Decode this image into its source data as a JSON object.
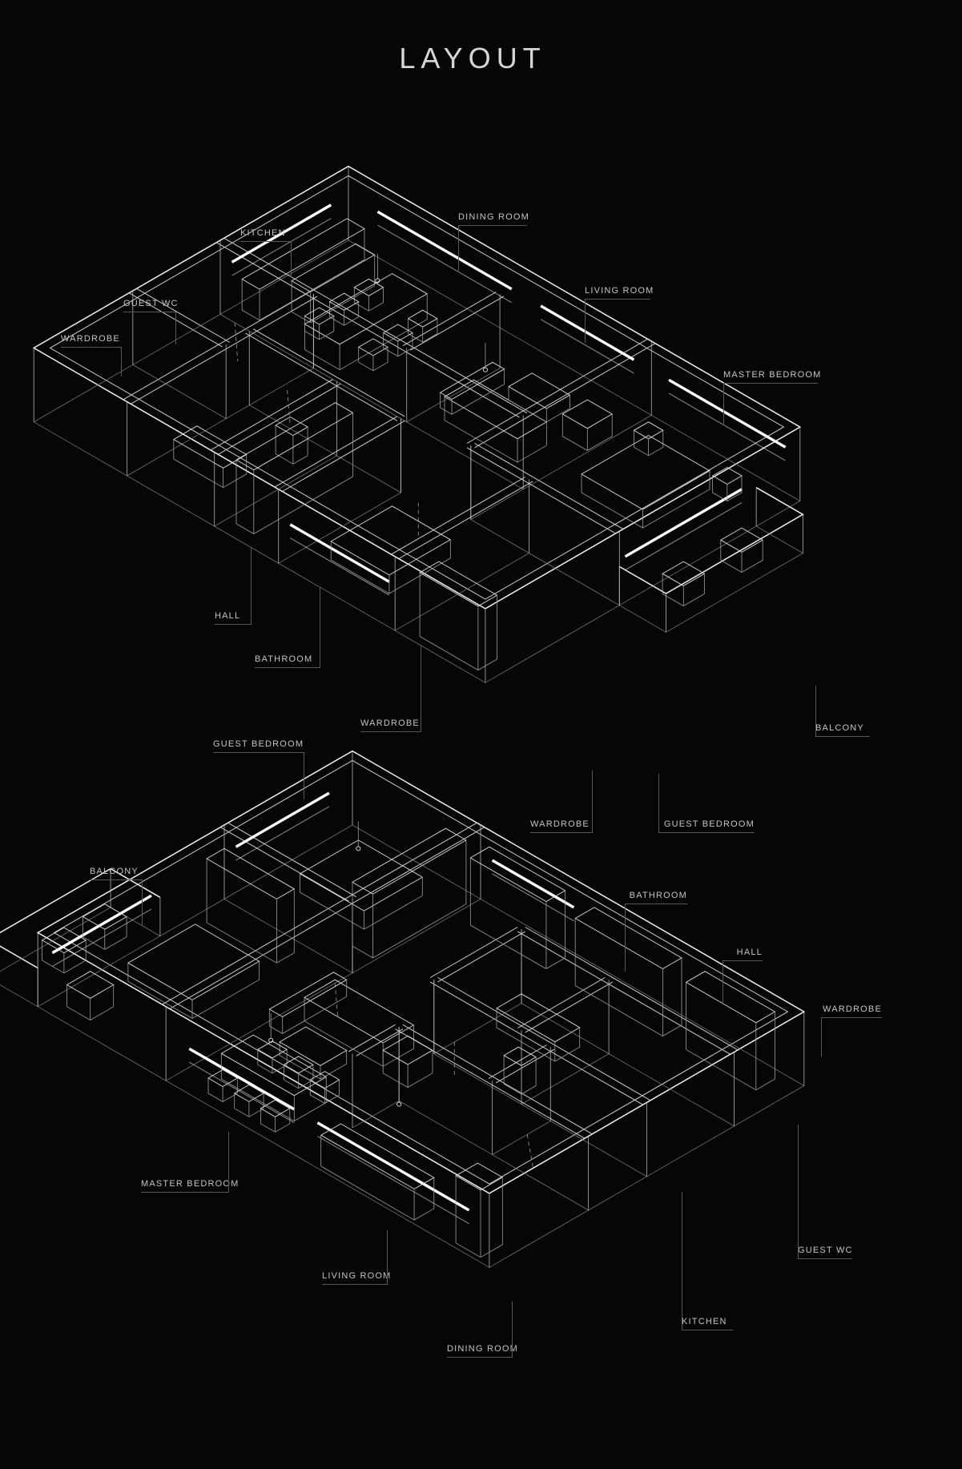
{
  "title": "LAYOUT",
  "colors": {
    "background": "#060606",
    "wireframe_line": "#f0f0f0",
    "window_highlight": "#ffffff",
    "label_text": "#c4c4c4",
    "leader_line": "#585858",
    "title_text": "#d6d6d6"
  },
  "plans": {
    "upper": {
      "labels": {
        "kitchen": "KITCHEN",
        "dining_room": "DINING ROOM",
        "guest_wc": "GUEST WC",
        "wardrobe_left": "WARDROBE",
        "living_room": "LIVING ROOM",
        "master_bedroom": "MASTER BEDROOM",
        "hall": "HALL",
        "bathroom": "BATHROOM",
        "wardrobe_bottom": "WARDROBE",
        "balcony": "BALCONY",
        "wardrobe_mid": "WARDROBE",
        "guest_bedroom": "GUEST BEDROOM"
      }
    },
    "lower": {
      "labels": {
        "guest_bedroom": "GUEST BEDROOM",
        "balcony": "BALCONY",
        "bathroom": "BATHROOM",
        "hall": "HALL",
        "wardrobe": "WARDROBE",
        "master_bedroom": "MASTER BEDROOM",
        "living_room": "LIVING ROOM",
        "dining_room": "DINING ROOM",
        "kitchen": "KITCHEN",
        "guest_wc": "GUEST WC"
      }
    }
  }
}
